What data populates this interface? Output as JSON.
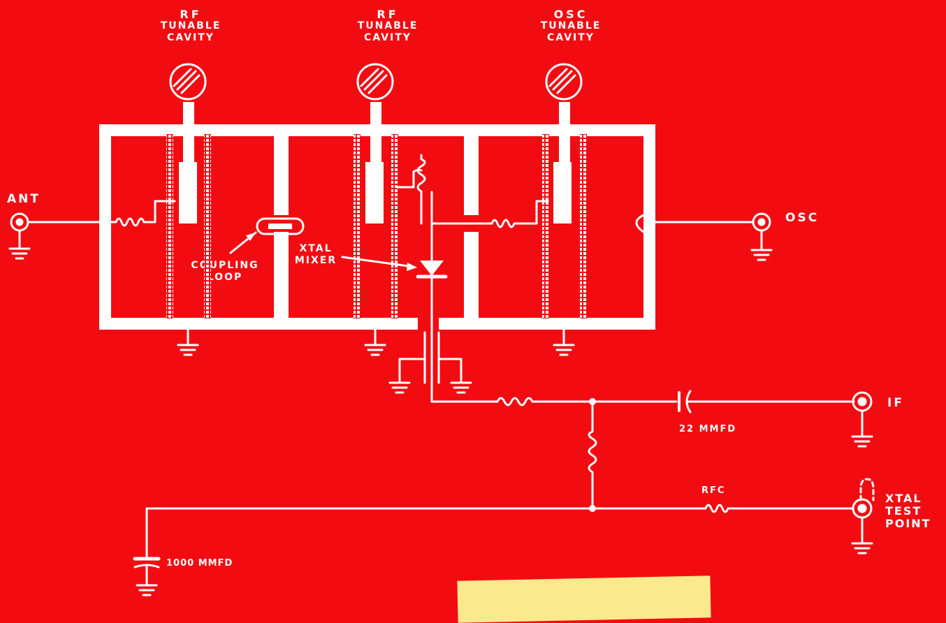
{
  "colors": {
    "background": "#f20c12",
    "ink": "#ffffff",
    "card": "#fbe98e"
  },
  "cavities": [
    {
      "line1": "RF",
      "line2": "TUNABLE",
      "line3": "CAVITY"
    },
    {
      "line1": "RF",
      "line2": "TUNABLE",
      "line3": "CAVITY"
    },
    {
      "line1": "OSC",
      "line2": "TUNABLE",
      "line3": "CAVITY"
    }
  ],
  "labels": {
    "ant": "ANT",
    "osc": "OSC",
    "if": "IF",
    "coupling_loop": {
      "line1": "COUPLING",
      "line2": "LOOP"
    },
    "xtal_mixer": {
      "line1": "XTAL",
      "line2": "MIXER"
    },
    "cap_22": "22 MMFD",
    "cap_1000": "1000 MMFD",
    "rfc": "RFC",
    "xtal_test_point": {
      "line1": "XTAL",
      "line2": "TEST",
      "line3": "POINT"
    }
  }
}
